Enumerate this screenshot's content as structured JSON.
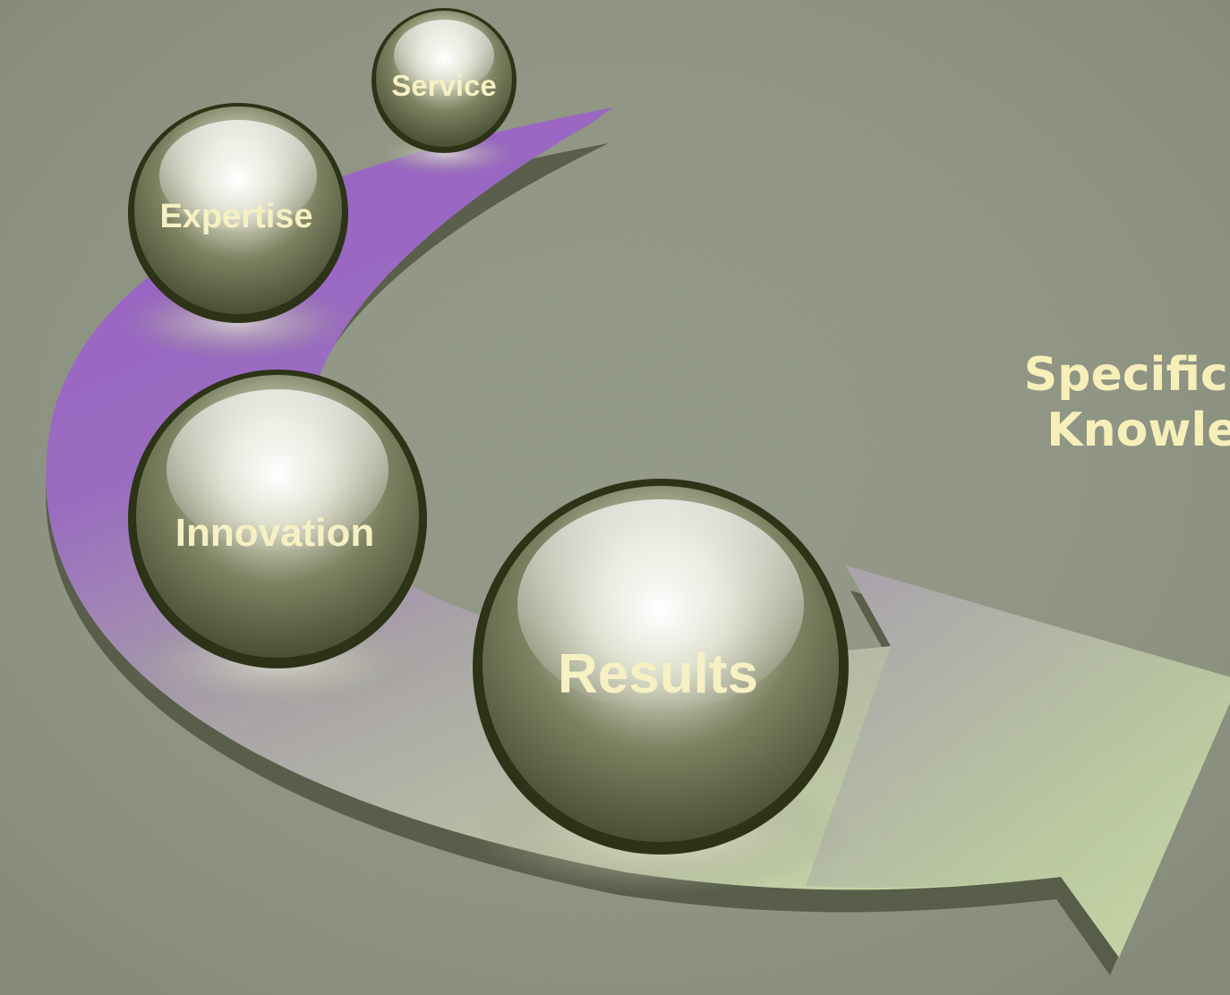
{
  "slide": {
    "background_color": "#8f9583"
  },
  "bubbles": [
    {
      "id": "service",
      "label": "Service"
    },
    {
      "id": "expertise",
      "label": "Expertise"
    },
    {
      "id": "innovation",
      "label": "Innovation"
    },
    {
      "id": "results",
      "label": "Results"
    }
  ],
  "side_text": {
    "line1": "Specific In",
    "line2": "Knowled"
  },
  "colors": {
    "arrow_start": "#9a62c2",
    "arrow_end": "#c3d3a2",
    "bubble_rim": "#2c3316",
    "bubble_fill": "#6a6f50",
    "label_color": "#f7f0c2",
    "side_text_color": "#f7efb8"
  }
}
